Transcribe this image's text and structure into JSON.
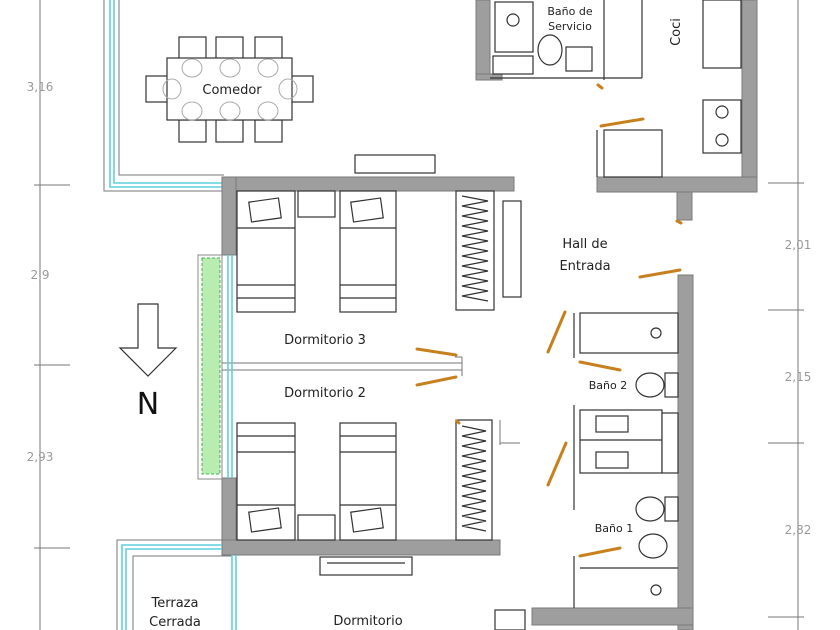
{
  "rooms": {
    "comedor": "Comedor",
    "bano_servicio_1": "Baño de",
    "bano_servicio_2": "Servicio",
    "cocina": "Coci",
    "hall_1": "Hall de",
    "hall_2": "Entrada",
    "dormitorio3": "Dormitorio 3",
    "dormitorio2": "Dormitorio 2",
    "bano2": "Baño 2",
    "bano1": "Baño 1",
    "terraza_1": "Terraza",
    "terraza_2": "Cerrada",
    "dormitorio_bottom": "Dormitorio"
  },
  "compass": {
    "label": "N"
  },
  "dimensions": {
    "left": [
      "3,16",
      "2,9",
      "2,93"
    ],
    "right": [
      "2,01",
      "2,15",
      "2,82"
    ]
  },
  "colors": {
    "wall": "#9e9e9e",
    "glass": "#5fd0dc",
    "door": "#c8801f",
    "planter": "#b8ecb0"
  }
}
